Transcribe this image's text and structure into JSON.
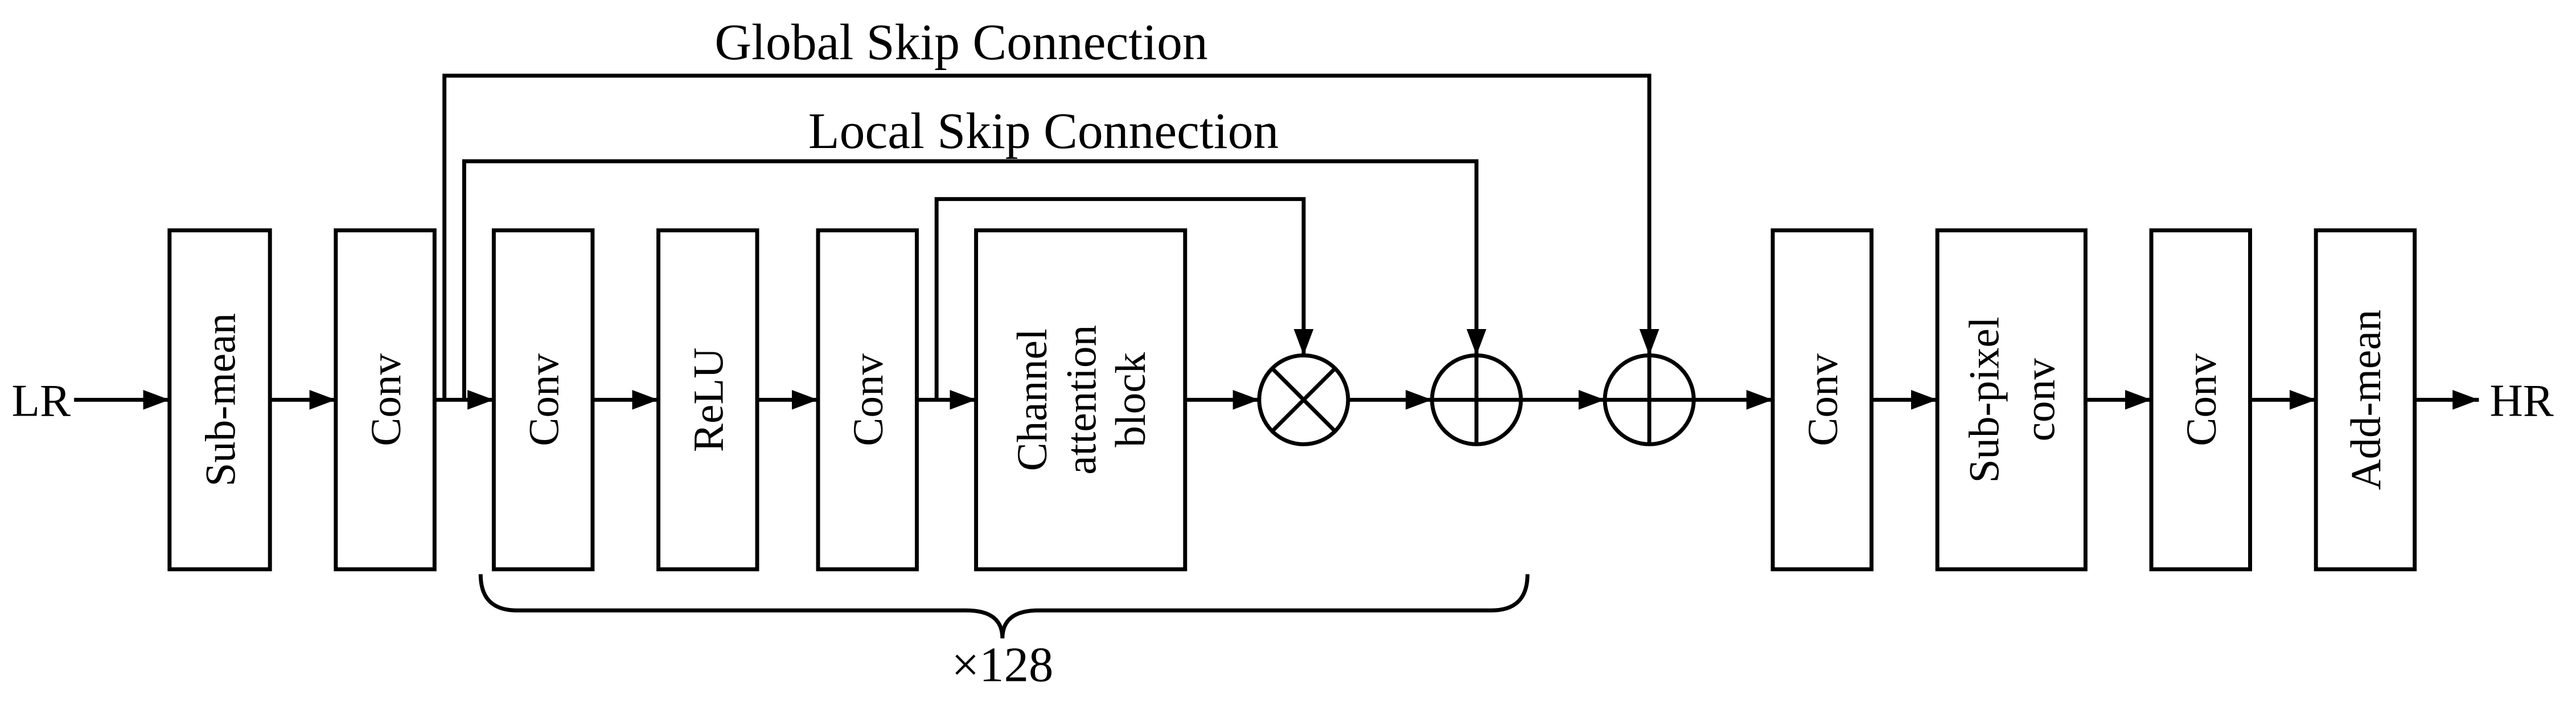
{
  "diagram": {
    "input_label": "LR",
    "output_label": "HR",
    "labels": {
      "global_skip": "Global Skip Connection",
      "local_skip": "Local Skip Connection",
      "repeat_count": "×128"
    },
    "blocks": {
      "sub_mean": "Sub-mean",
      "conv_head": "Conv",
      "conv_body1": "Conv",
      "relu": "ReLU",
      "conv_body2": "Conv",
      "channel_attention": {
        "lines": [
          "Channel",
          "attention",
          "block"
        ]
      },
      "conv_tail1": "Conv",
      "sub_pixel": {
        "lines": [
          "Sub-pixel",
          "conv"
        ]
      },
      "conv_tail2": "Conv",
      "add_mean": "Add-mean"
    },
    "operators": {
      "multiply": "⊗",
      "add_local": "⊕",
      "add_global": "⊕"
    },
    "colors": {
      "stroke": "#000000",
      "text": "#000000",
      "background": "#ffffff"
    }
  }
}
